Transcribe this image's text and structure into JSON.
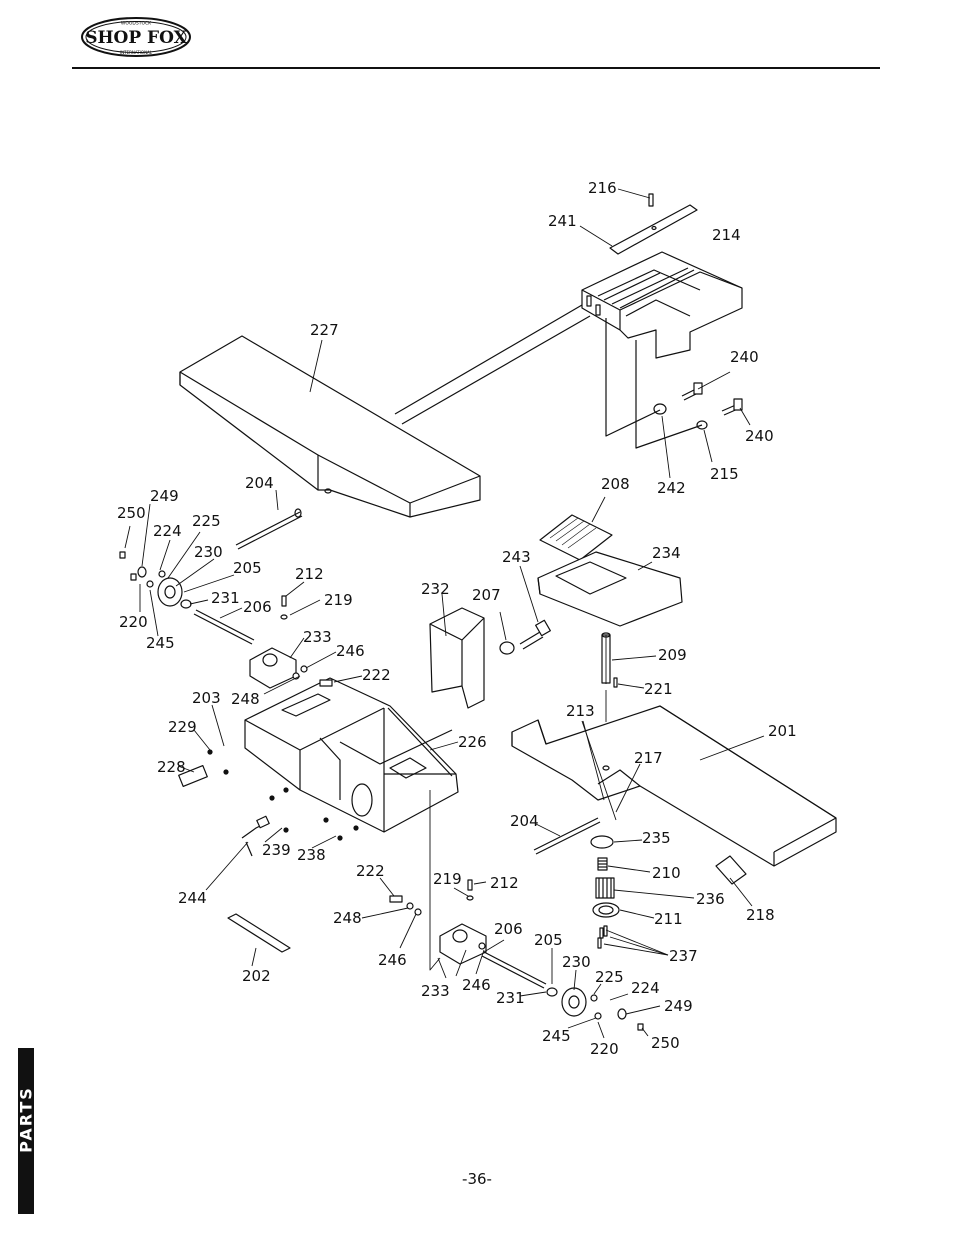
{
  "header": {
    "brand": "SHOP FOX",
    "logo_arc_top": "WOODSTOCK",
    "logo_arc_bottom": "INTERNATIONAL"
  },
  "side_tab": {
    "label": "PARTS"
  },
  "footer": {
    "page_number": "-36-"
  },
  "callouts": {
    "c216": "216",
    "c241": "241",
    "c214": "214",
    "c227": "227",
    "c240a": "240",
    "c240b": "240",
    "c242": "242",
    "c215": "215",
    "c208": "208",
    "c204a": "204",
    "c249a": "249",
    "c250a": "250",
    "c224a": "224",
    "c225a": "225",
    "c230a": "230",
    "c205a": "205",
    "c212a": "212",
    "c219a": "219",
    "c220a": "220",
    "c231a": "231",
    "c206a": "206",
    "c245a": "245",
    "c233a": "233",
    "c246a": "246",
    "c222a": "222",
    "c248a": "248",
    "c232": "232",
    "c207": "207",
    "c243": "243",
    "c234": "234",
    "c209": "209",
    "c221": "221",
    "c203": "203",
    "c229": "229",
    "c228": "228",
    "c226": "226",
    "c213": "213",
    "c201": "201",
    "c217": "217",
    "c204b": "204",
    "c235": "235",
    "c210": "210",
    "c236": "236",
    "c211": "211",
    "c237": "237",
    "c218": "218",
    "c239": "239",
    "c238": "238",
    "c244": "244",
    "c222b": "222",
    "c219b": "219",
    "c212b": "212",
    "c248b": "248",
    "c246b": "246",
    "c206b": "206",
    "c233b": "233",
    "c246c": "246",
    "c205b": "205",
    "c230b": "230",
    "c225b": "225",
    "c224b": "224",
    "c231b": "231",
    "c249b": "249",
    "c245b": "245",
    "c220b": "220",
    "c250b": "250",
    "c202": "202"
  }
}
